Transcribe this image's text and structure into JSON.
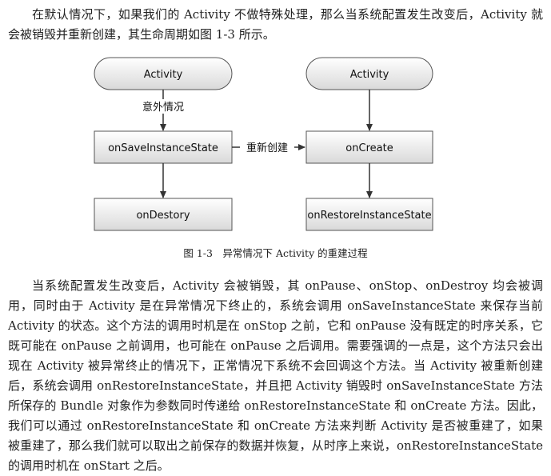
{
  "intro_text": "在默认情况下，如果我们的 Activity 不做特殊处理，那么当系统配置发生改变后，Activity 就会被销毁并重新创建，其生命周期如图 1-3 所示。",
  "diagram": {
    "left_top": "Activity",
    "right_top": "Activity",
    "edge_label_left": "意外情况",
    "left_mid": "onSaveInstanceState",
    "edge_label_mid": "重新创建",
    "right_mid": "onCreate",
    "left_bottom": "onDestory",
    "right_bottom": "onRestoreInstanceState"
  },
  "caption": "图 1-3　异常情况下 Activity 的重建过程",
  "body_text": "当系统配置发生改变后，Activity 会被销毁，其 onPause、onStop、onDestroy 均会被调用，同时由于 Activity 是在异常情况下终止的，系统会调用 onSaveInstanceState 来保存当前 Activity 的状态。这个方法的调用时机是在 onStop 之前，它和 onPause 没有既定的时序关系，它既可能在 onPause 之前调用，也可能在 onPause 之后调用。需要强调的一点是，这个方法只会出现在 Activity 被异常终止的情况下，正常情况下系统不会回调这个方法。当 Activity 被重新创建后，系统会调用 onRestoreInstanceState，并且把 Activity 销毁时 onSaveInstanceState 方法所保存的 Bundle 对象作为参数同时传递给 onRestoreInstanceState 和 onCreate 方法。因此，我们可以通过 onRestoreInstanceState 和 onCreate 方法来判断 Activity 是否被重建了，如果被重建了，那么我们就可以取出之前保存的数据并恢复，从时序上来说，onRestoreInstanceState 的调用时机在 onStart 之后。"
}
